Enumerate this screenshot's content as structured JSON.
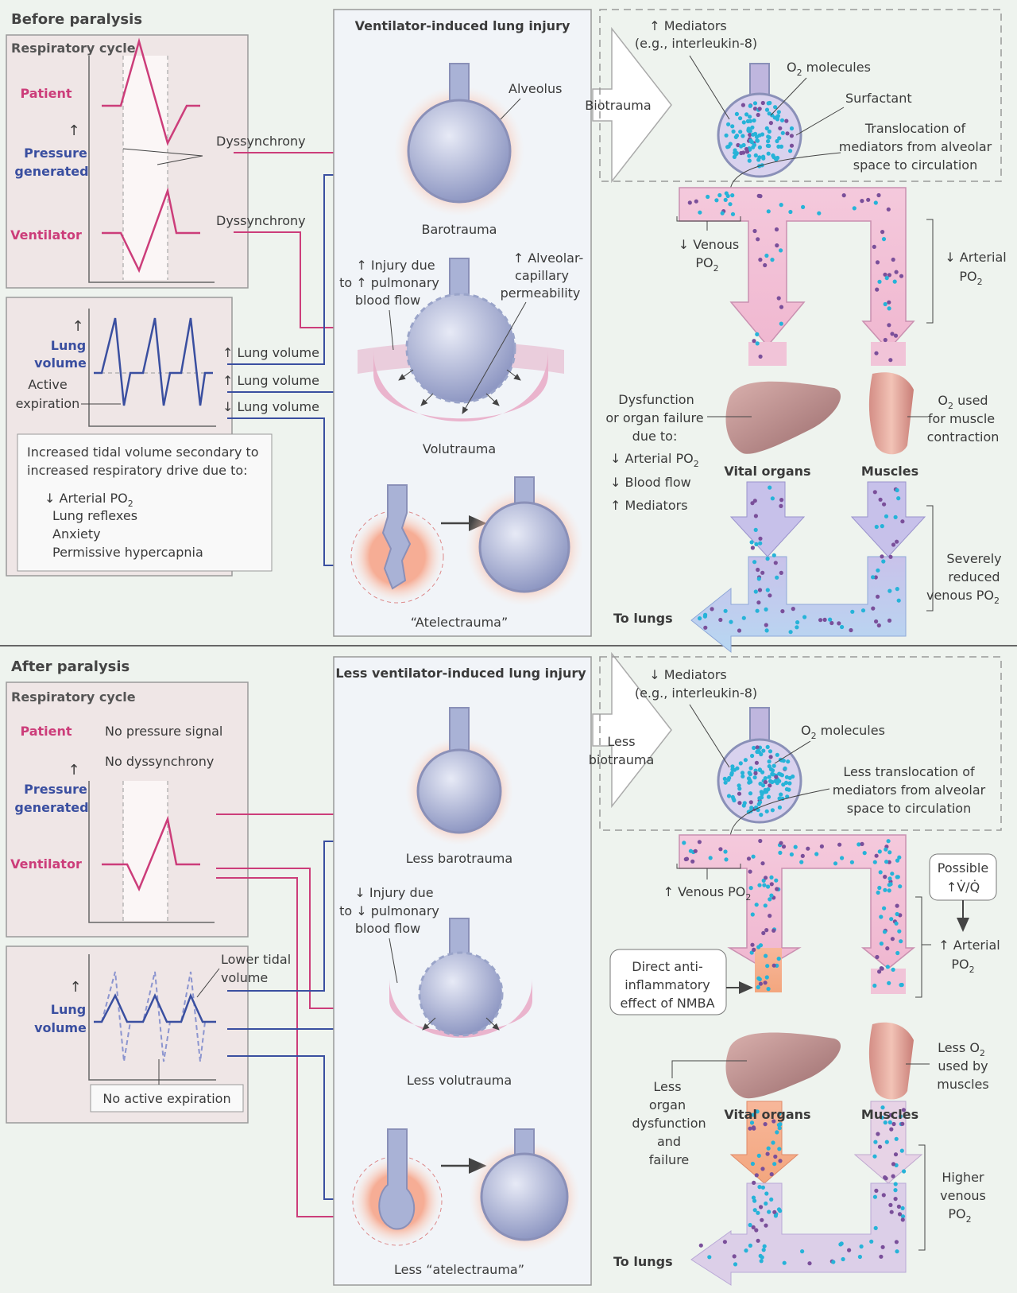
{
  "colors": {
    "patient": "#cc3d7a",
    "lung_volume": "#3a4fa0",
    "background": "#eef3ee",
    "left_panel": "#efe6e6",
    "vessel_pink": "#f2c6da",
    "vessel_blue": "#bcd6f0",
    "alveolus": "#9aa4c9"
  },
  "top": {
    "title": "Before paralysis",
    "respiratory_cycle": "Respiratory cycle",
    "patient": "Patient",
    "pressure_generated_1": "Pressure",
    "pressure_generated_2": "generated",
    "ventilator": "Ventilator",
    "dyssynchrony_1": "Dyssynchrony",
    "dyssynchrony_2": "Dyssynchrony",
    "lung_1": "Lung",
    "lung_2": "volume",
    "active_expiration_1": "Active",
    "active_expiration_2": "expiration",
    "lung_volume_up_1": "↑ Lung volume",
    "lung_volume_up_2": "↑ Lung volume",
    "lung_volume_down": "↓ Lung volume",
    "box_line_1": "Increased tidal volume secondary to",
    "box_line_2": "increased respiratory drive due to:",
    "box_item_1": "↓ Arterial PO",
    "box_item_2": "Lung reflexes",
    "box_item_3": "Anxiety",
    "box_item_4": "Permissive hypercapnia",
    "vili_title": "Ventilator-induced lung injury",
    "alveolus": "Alveolus",
    "barotrauma": "Barotrauma",
    "injury_1": "↑ Injury due",
    "injury_2": "to ↑ pulmonary",
    "injury_3": "blood flow",
    "permeability_1": "↑ Alveolar-",
    "permeability_2": "capillary",
    "permeability_3": "permeability",
    "volutrauma": "Volutrauma",
    "atelectrauma": "“Atelectrauma”",
    "biotrauma": "Biotrauma",
    "mediators_1": "↑ Mediators",
    "mediators_2": "(e.g., interleukin-8)",
    "o2_molecules": "O",
    "o2_molecules_suffix": " molecules",
    "surfactant": "Surfactant",
    "translocation_1": "Translocation of",
    "translocation_2": "mediators from alveolar",
    "translocation_3": "space to circulation",
    "venous_1": "↓ Venous",
    "venous_2": "PO",
    "arterial_1": "↓ Arterial",
    "arterial_2": "PO",
    "dysfunction_1": "Dysfunction",
    "dysfunction_2": "or organ failure",
    "dysfunction_3": "due to:",
    "cause_1": "↓ Arterial PO",
    "cause_2": "↓ Blood flow",
    "cause_3": "↑ Mediators",
    "vital_organs": "Vital organs",
    "muscles": "Muscles",
    "o2_used_1": "O",
    "o2_used_1_suffix": " used",
    "o2_used_2": "for muscle",
    "o2_used_3": "contraction",
    "severe_1": "Severely",
    "severe_2": "reduced",
    "severe_3": "venous PO",
    "to_lungs": "To lungs"
  },
  "bottom": {
    "title": "After paralysis",
    "respiratory_cycle": "Respiratory cycle",
    "patient": "Patient",
    "no_pressure": "No pressure signal",
    "no_dyssynchrony": "No dyssynchrony",
    "pressure_generated_1": "Pressure",
    "pressure_generated_2": "generated",
    "ventilator": "Ventilator",
    "lung_1": "Lung",
    "lung_2": "volume",
    "lower_tidal_1": "Lower tidal",
    "lower_tidal_2": "volume",
    "no_active_expiration": "No active expiration",
    "vili_title": "Less ventilator-induced lung injury",
    "less_barotrauma": "Less barotrauma",
    "injury_1": "↓ Injury due",
    "injury_2": "to ↓ pulmonary",
    "injury_3": "blood flow",
    "less_volutrauma": "Less volutrauma",
    "less_atelectrauma": "Less “atelectrauma”",
    "biotrauma_1": "Less",
    "biotrauma_2": "biotrauma",
    "mediators_1": "↓ Mediators",
    "mediators_2": "(e.g., interleukin-8)",
    "o2_molecules": "O",
    "o2_molecules_suffix": " molecules",
    "translocation_1": "Less translocation of",
    "translocation_2": "mediators from alveolar",
    "translocation_3": "space to circulation",
    "venous": "↑ Venous PO",
    "possible_1": "Possible",
    "possible_2": "↑V̇/Q̇",
    "arterial_1": "↑ Arterial",
    "arterial_2": "PO",
    "nmba_1": "Direct anti-",
    "nmba_2": "inflammatory",
    "nmba_3": "effect of NMBA",
    "less_o2_1": "Less O",
    "less_o2_2": "used by",
    "less_o2_3": "muscles",
    "less_organ_1": "Less",
    "less_organ_2": "organ",
    "less_organ_3": "dysfunction",
    "less_organ_4": "and",
    "less_organ_5": "failure",
    "vital_organs": "Vital organs",
    "muscles": "Muscles",
    "higher_1": "Higher",
    "higher_2": "venous",
    "higher_3": "PO",
    "to_lungs": "To lungs"
  },
  "subscript_2": "2"
}
